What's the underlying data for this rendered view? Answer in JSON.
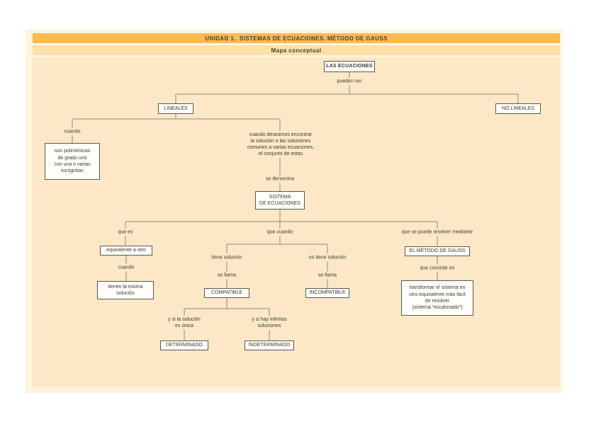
{
  "header": {
    "title": "UNIDAD 1.  SISTEMAS DE ECUACIONES. MÉTODO DE GAUSS",
    "subtitle": "Mapa conceptual"
  },
  "colors": {
    "title_bar": "#fcba50",
    "subtitle_bar": "#fde0a6",
    "panel_background": "#fce8c6",
    "connector_line": "#8e897c",
    "node_border": "#5c584c",
    "text": "#3c392f"
  },
  "map": {
    "nodes": {
      "las_ecuaciones": "LAS ECUACIONES",
      "lineales": "LINEALES",
      "no_lineales": "NO LINEALES",
      "polinomicas": "son polinómicas\nde grado uno\ncon una o varias\nincógnitas",
      "sistema": "SISTEMA\nDE ECUACIONES",
      "equivalente": "equivalente a otro",
      "misma_solucion": "tienen la misma\nsolución",
      "compatible": "COMPATIBLE",
      "incompatible": "INCOMPATIBLE",
      "determinado": "DETERMINADO",
      "indeterminado": "INDETERMINADO",
      "metodo_gauss": "EL MÉTODO DE GAUSS",
      "transformar": "transformar el sistema en\notro equivalente más fácil\nde resolver\n(sistema “escalonado”)"
    },
    "labels": {
      "pueden_ser": "pueden ser",
      "cuando_1": "cuando",
      "deseamos": "cuando deseamos encontrar\nla solución o las soluciones\ncomunes a varias ecuaciones,\nel conjunto de estas",
      "se_denomina": "se denomina",
      "que_es": "que es",
      "que_cuando": "que cuando",
      "que_resolver": "que se puede resolver mediante",
      "tiene_solucion": "tiene solución",
      "se_llama_1": "se llama",
      "no_tiene_solucion": "no tiene solución",
      "se_llama_2": "se llama",
      "cuando_2": "cuando",
      "y_si_unica": "y si la solución\nes única",
      "y_si_infinitas": "y si hay infinitas\nsoluciones",
      "que_consiste": "que consiste en"
    }
  }
}
